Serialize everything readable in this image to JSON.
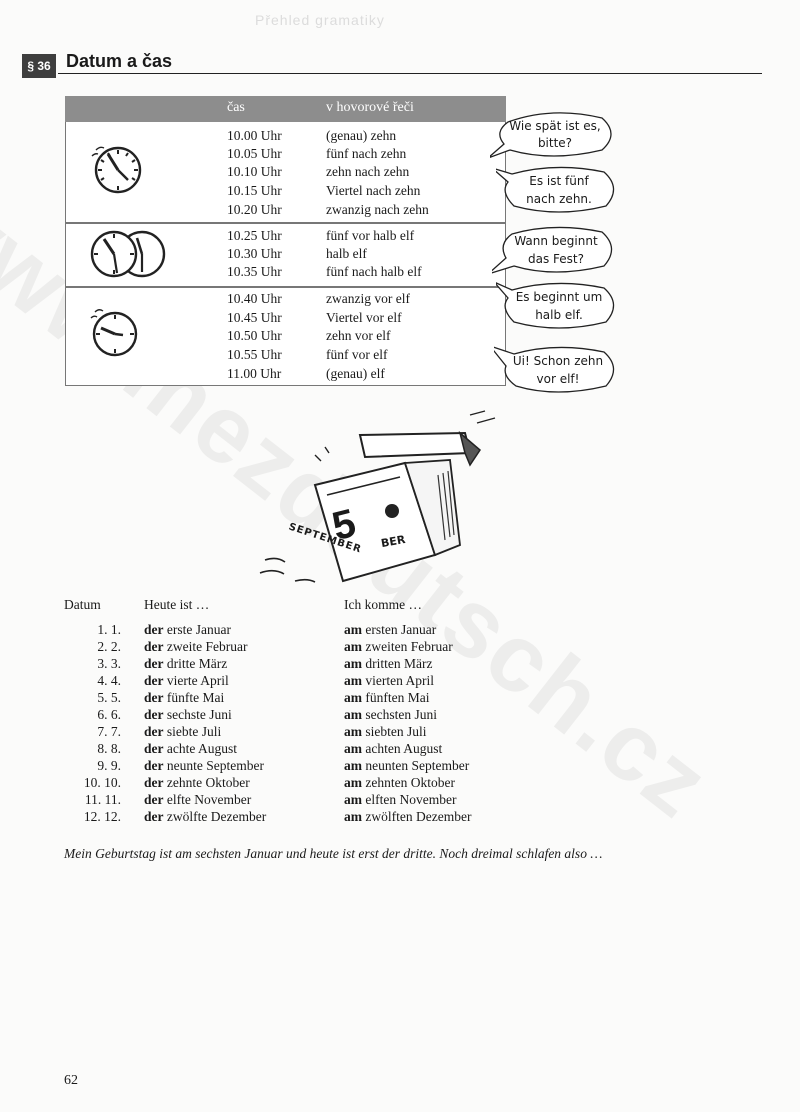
{
  "header": {
    "running_head": "Přehled gramatiky",
    "section_number": "§ 36",
    "section_title": "Datum a čas"
  },
  "time_table": {
    "col_time": "čas",
    "col_speech": "v hovorové řeči",
    "groups": [
      {
        "clock_icon": "clock-icon",
        "rows": [
          {
            "time": "10.00 Uhr",
            "speech": "(genau) zehn"
          },
          {
            "time": "10.05 Uhr",
            "speech": "fünf nach zehn"
          },
          {
            "time": "10.10 Uhr",
            "speech": "zehn nach zehn"
          },
          {
            "time": "10.15 Uhr",
            "speech": "Viertel nach zehn"
          },
          {
            "time": "10.20 Uhr",
            "speech": "zwanzig nach zehn"
          }
        ]
      },
      {
        "clock_icon": "two-clocks-icon",
        "rows": [
          {
            "time": "10.25 Uhr",
            "speech": "fünf vor halb elf"
          },
          {
            "time": "10.30 Uhr",
            "speech": "halb elf"
          },
          {
            "time": "10.35 Uhr",
            "speech": "fünf nach halb elf"
          }
        ]
      },
      {
        "clock_icon": "clock-icon",
        "rows": [
          {
            "time": "10.40 Uhr",
            "speech": "zwanzig vor elf"
          },
          {
            "time": "10.45 Uhr",
            "speech": "Viertel vor elf"
          },
          {
            "time": "10.50 Uhr",
            "speech": "zehn vor elf"
          },
          {
            "time": "10.55 Uhr",
            "speech": "fünf vor elf"
          },
          {
            "time": "11.00 Uhr",
            "speech": "(genau) elf"
          }
        ]
      }
    ]
  },
  "bubbles": [
    {
      "line1": "Wie spät ist es,",
      "line2": "bitte?"
    },
    {
      "line1": "Es ist fünf",
      "line2": "nach zehn."
    },
    {
      "line1": "Wann beginnt",
      "line2": "das Fest?"
    },
    {
      "line1": "Es beginnt um",
      "line2": "halb elf."
    },
    {
      "line1": "Ui! Schon zehn",
      "line2": "vor elf!"
    }
  ],
  "calendar": {
    "icon": "calendar-icon",
    "day": "5",
    "month": "SEPTEMBER",
    "month_fragment": "BER"
  },
  "date_table": {
    "col_date": "Datum",
    "col_today": "Heute ist …",
    "col_coming": "Ich komme …",
    "rows": [
      {
        "date": "1. 1.",
        "art": "der",
        "today": "erste Januar",
        "prep": "am",
        "coming": "ersten Januar"
      },
      {
        "date": "2. 2.",
        "art": "der",
        "today": "zweite Februar",
        "prep": "am",
        "coming": "zweiten Februar"
      },
      {
        "date": "3. 3.",
        "art": "der",
        "today": "dritte März",
        "prep": "am",
        "coming": "dritten März"
      },
      {
        "date": "4. 4.",
        "art": "der",
        "today": "vierte April",
        "prep": "am",
        "coming": "vierten April"
      },
      {
        "date": "5. 5.",
        "art": "der",
        "today": "fünfte Mai",
        "prep": "am",
        "coming": "fünften Mai"
      },
      {
        "date": "6. 6.",
        "art": "der",
        "today": "sechste Juni",
        "prep": "am",
        "coming": "sechsten Juni"
      },
      {
        "date": "7. 7.",
        "art": "der",
        "today": "siebte Juli",
        "prep": "am",
        "coming": "siebten Juli"
      },
      {
        "date": "8. 8.",
        "art": "der",
        "today": "achte August",
        "prep": "am",
        "coming": "achten August"
      },
      {
        "date": "9. 9.",
        "art": "der",
        "today": "neunte September",
        "prep": "am",
        "coming": "neunten September"
      },
      {
        "date": "10. 10.",
        "art": "der",
        "today": "zehnte Oktober",
        "prep": "am",
        "coming": "zehnten Oktober"
      },
      {
        "date": "11. 11.",
        "art": "der",
        "today": "elfte November",
        "prep": "am",
        "coming": "elften November"
      },
      {
        "date": "12. 12.",
        "art": "der",
        "today": "zwölfte Dezember",
        "prep": "am",
        "coming": "zwölften Dezember"
      }
    ]
  },
  "caption": "Mein Geburtstag ist am sechsten Januar und heute ist erst der dritte. Noch dreimal schlafen also …",
  "page_number": "62",
  "watermark": "www.mezdeutsch.cz"
}
